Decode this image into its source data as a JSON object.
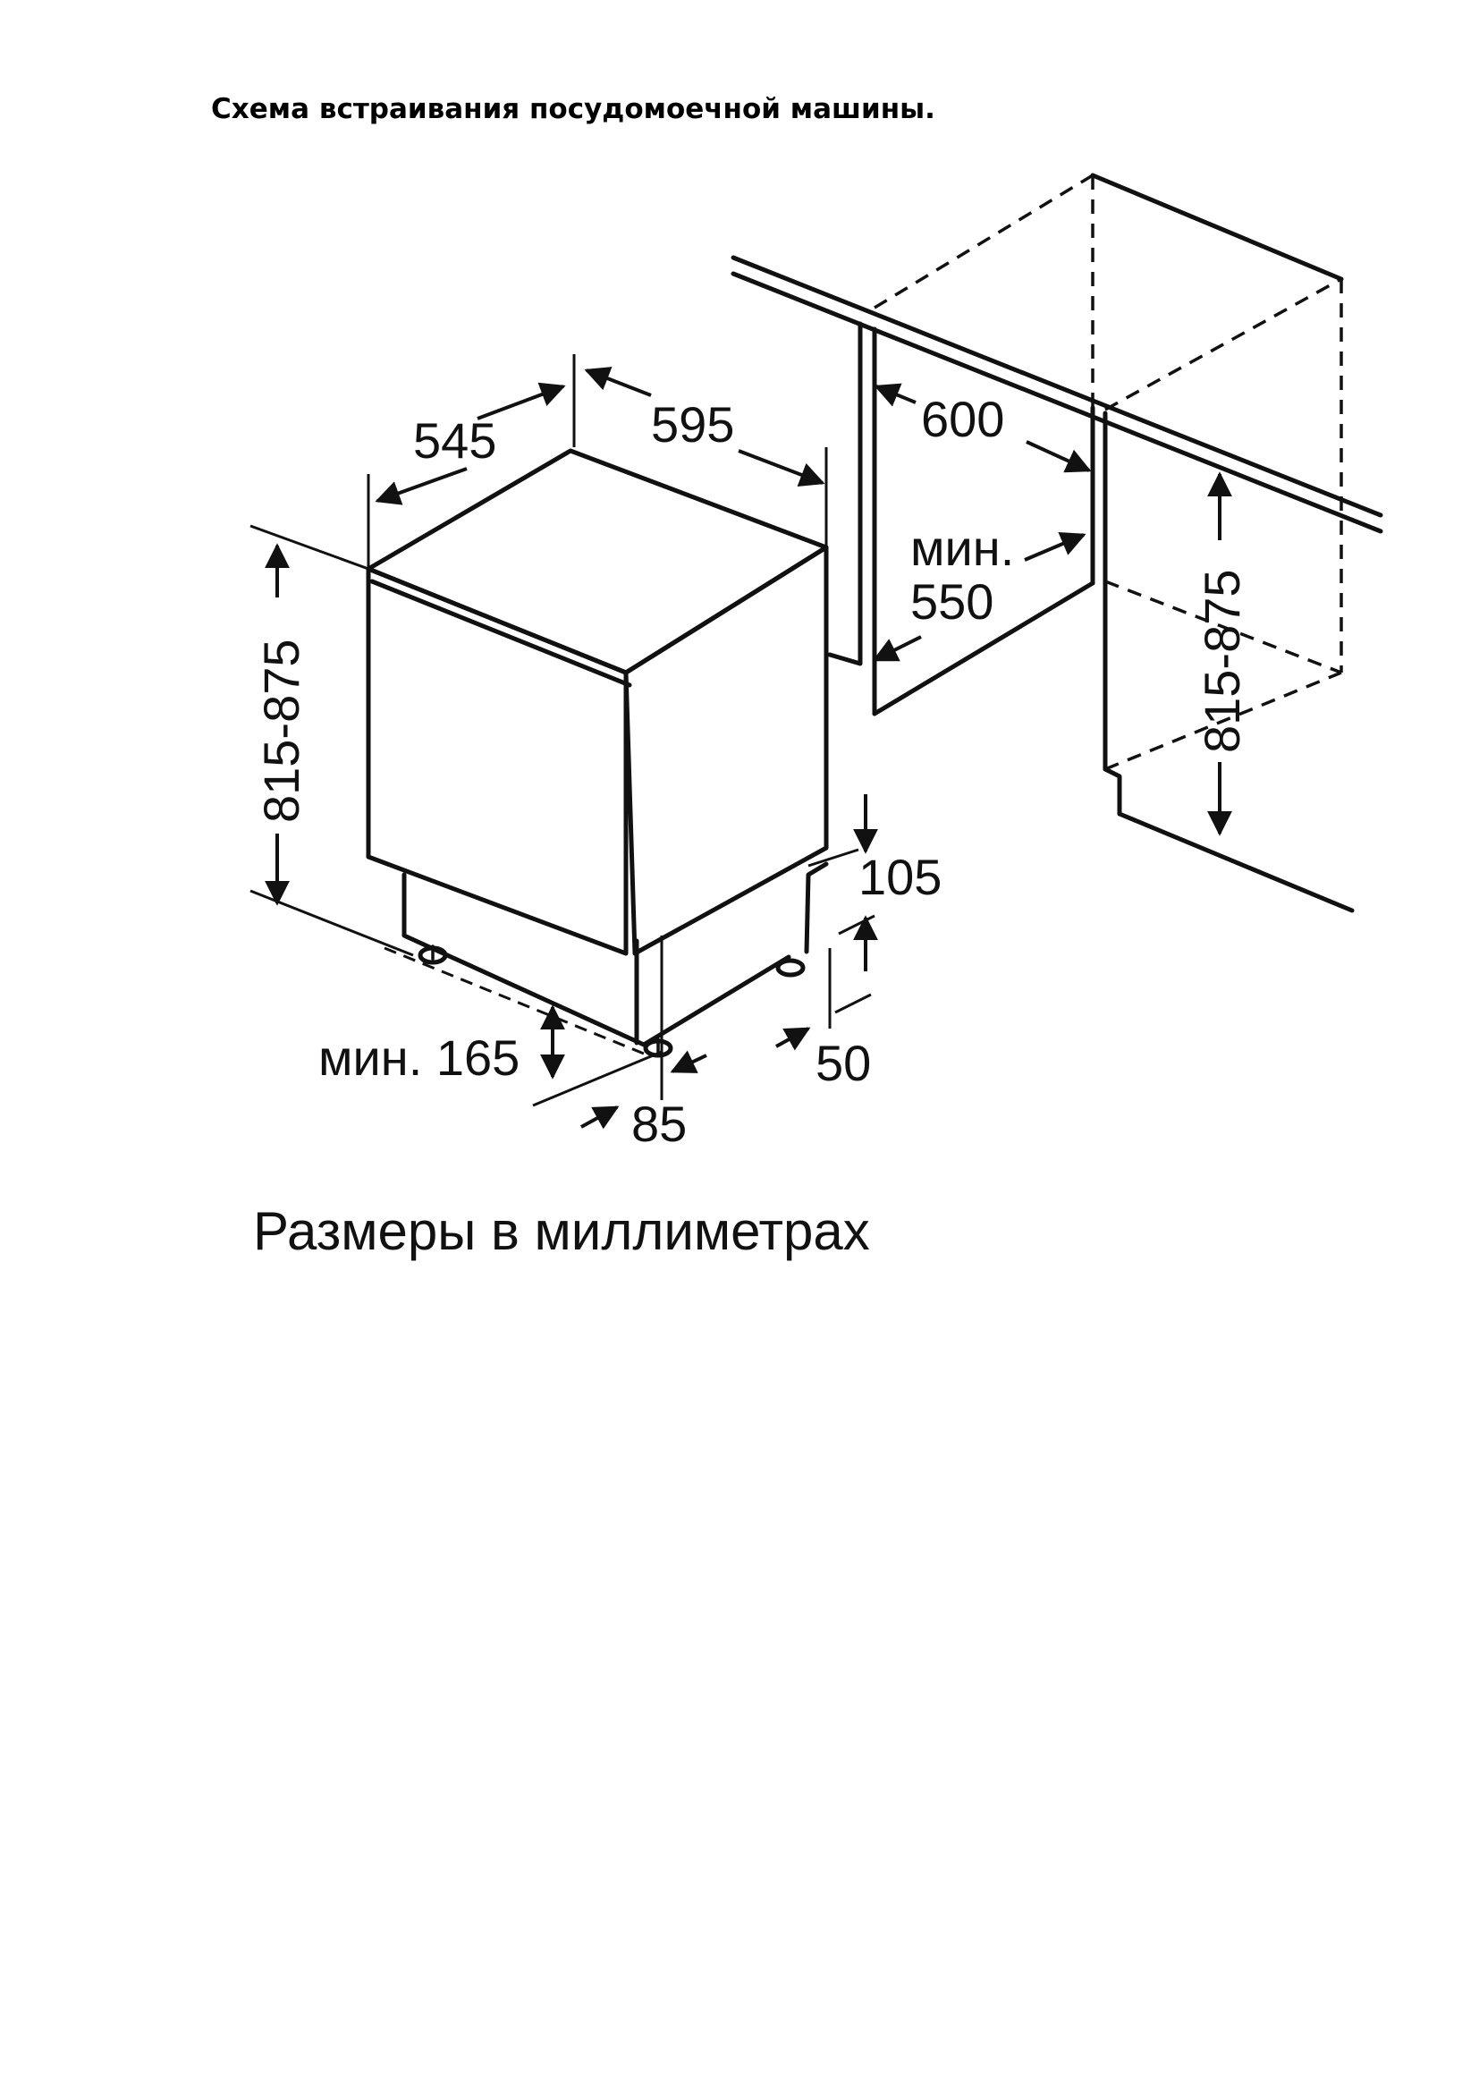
{
  "title": "Схема встраивания посудомоечной машины.",
  "caption": "Размеры в миллиметрах",
  "dimensions": {
    "depth": "545",
    "width": "595",
    "niche_width": "600",
    "niche_depth_label": "мин.",
    "niche_depth_value": "550",
    "height_left": "815-875",
    "height_right": "815-875",
    "plinth_height": "105",
    "plinth_recess": "50",
    "min_clearance": "мин. 165",
    "foot_offset": "85"
  }
}
